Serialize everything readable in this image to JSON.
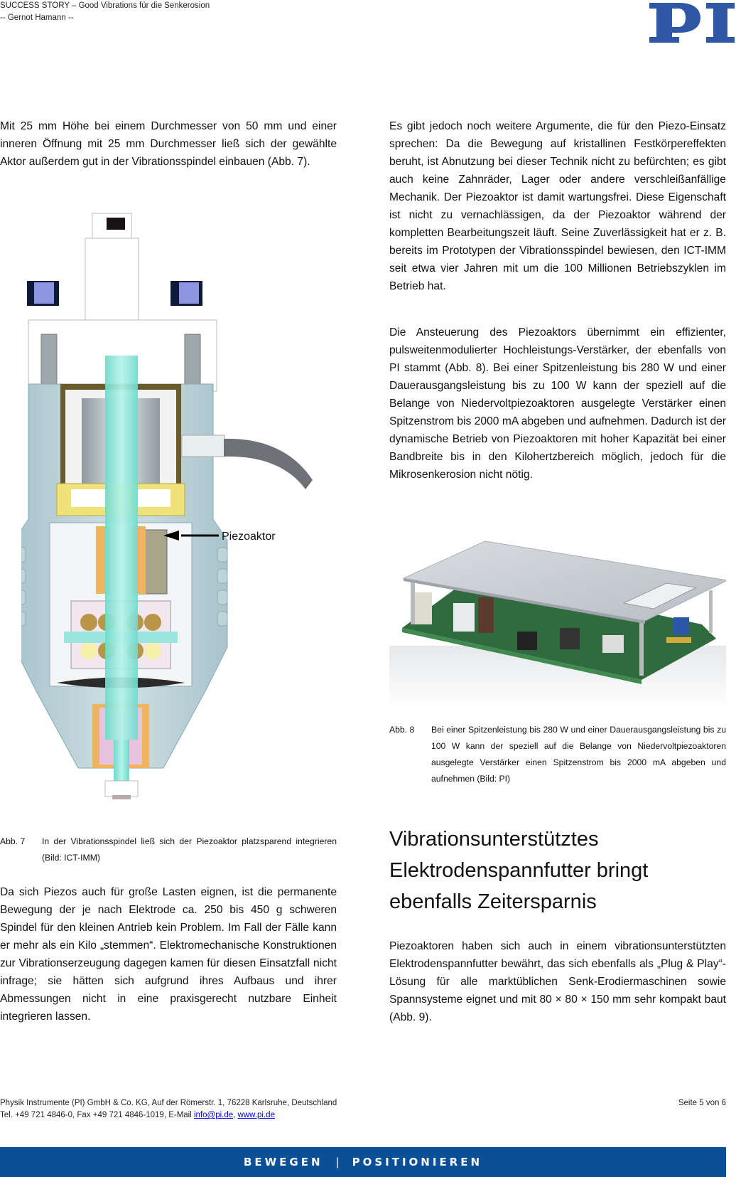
{
  "header": {
    "title": "SUCCESS STORY – Good Vibrations für die Senkerosion",
    "author": "-- Gernot Hamann --",
    "logo_text": "PI",
    "brand_color": "#2e58a6"
  },
  "left_column": {
    "para1": "Mit 25 mm Höhe bei einem Durchmesser von 50 mm und einer inneren Öffnung mit 25 mm Durchmesser ließ sich der gewählte Aktor außerdem gut in der Vibrationsspindel einbauen (Abb. 7).",
    "figure7": {
      "label_piezoaktor": "Piezoaktor",
      "caption_label": "Abb. 7",
      "caption_text": "In der Vibrationsspindel ließ sich der Piezoaktor platzsparend integrieren (Bild: ICT-IMM)"
    },
    "para2": "Da sich Piezos auch für große Lasten eignen, ist die permanente Bewegung der je nach Elektrode ca. 250 bis 450 g schweren Spindel für den kleinen Antrieb kein Problem. Im Fall der Fälle kann er mehr als ein Kilo „stemmen“. Elektromechanische Konstruktionen zur Vibrationserzeugung dagegen kamen für diesen Einsatzfall nicht infrage; sie hätten sich aufgrund ihres Aufbaus und ihrer Abmessungen nicht in eine praxisgerecht nutzbare Einheit integrieren lassen."
  },
  "right_column": {
    "para1": "Es gibt jedoch noch weitere Argumente, die für den Piezo-Einsatz sprechen: Da die Bewegung auf kristallinen Festkörpereffekten beruht, ist Abnutzung bei dieser Technik nicht zu befürchten; es gibt auch keine Zahnräder, Lager oder andere verschleißanfällige Mechanik. Der Piezoaktor ist damit wartungsfrei. Diese Eigenschaft ist nicht zu vernachlässigen, da der Piezoaktor während der kompletten Bearbeitungszeit läuft. Seine Zuverlässigkeit hat er z. B. bereits im Prototypen der Vibrationsspindel bewiesen, den ICT-IMM seit etwa vier Jahren mit um die 100 Millionen Betriebszyklen im Betrieb hat.",
    "para2": "Die Ansteuerung des Piezoaktors übernimmt ein effizienter, pulsweitenmodulierter Hochleistungs-Verstärker, der ebenfalls von PI stammt (Abb. 8). Bei einer Spitzenleistung bis 280 W und einer Dauerausgangsleistung bis zu 100 W kann der speziell auf die Belange von Niedervoltpiezoaktoren ausgelegte Verstärker einen Spitzenstrom bis 2000 mA abgeben und aufnehmen. Dadurch ist der dynamische Betrieb von Piezoaktoren mit hoher Kapazität bei einer Bandbreite bis in den Kilohertzbereich möglich, jedoch für die Mikrosenkerosion nicht nötig.",
    "figure8": {
      "caption_label": "Abb. 8",
      "caption_text": "Bei einer Spitzenleistung bis 280 W und einer Dauerausgangsleistung bis zu 100 W kann der speziell auf die Belange von Niedervoltpiezoaktoren ausgelegte Verstärker einen Spitzenstrom bis 2000 mA abgeben und aufnehmen (Bild: PI)"
    },
    "heading": "Vibrationsunterstütztes Elektrodenspannfutter bringt ebenfalls Zeitersparnis",
    "para3": "Piezoaktoren haben sich auch in einem vibrationsunterstützten Elektrodenspannfutter bewährt, das sich ebenfalls als „Plug & Play“-Lösung für alle marktüblichen Senk-Erodiermaschinen sowie Spannsysteme eignet und mit 80 × 80 × 150 mm sehr kompakt baut (Abb. 9)."
  },
  "footer": {
    "company_line": "Physik Instrumente (PI) GmbH & Co. KG, Auf der Römerstr. 1, 76228 Karlsruhe, Deutschland",
    "contact_prefix": "Tel. +49 721 4846-0, Fax +49 721 4846-1019, E-Mail ",
    "email": "info@pi.de",
    "separator": ", ",
    "website": "www.pi.de",
    "page": "Seite 5 von 6",
    "band_left": "BEWEGEN",
    "band_sep": "|",
    "band_right": "POSITIONIEREN",
    "band_color": "#0a5098"
  }
}
